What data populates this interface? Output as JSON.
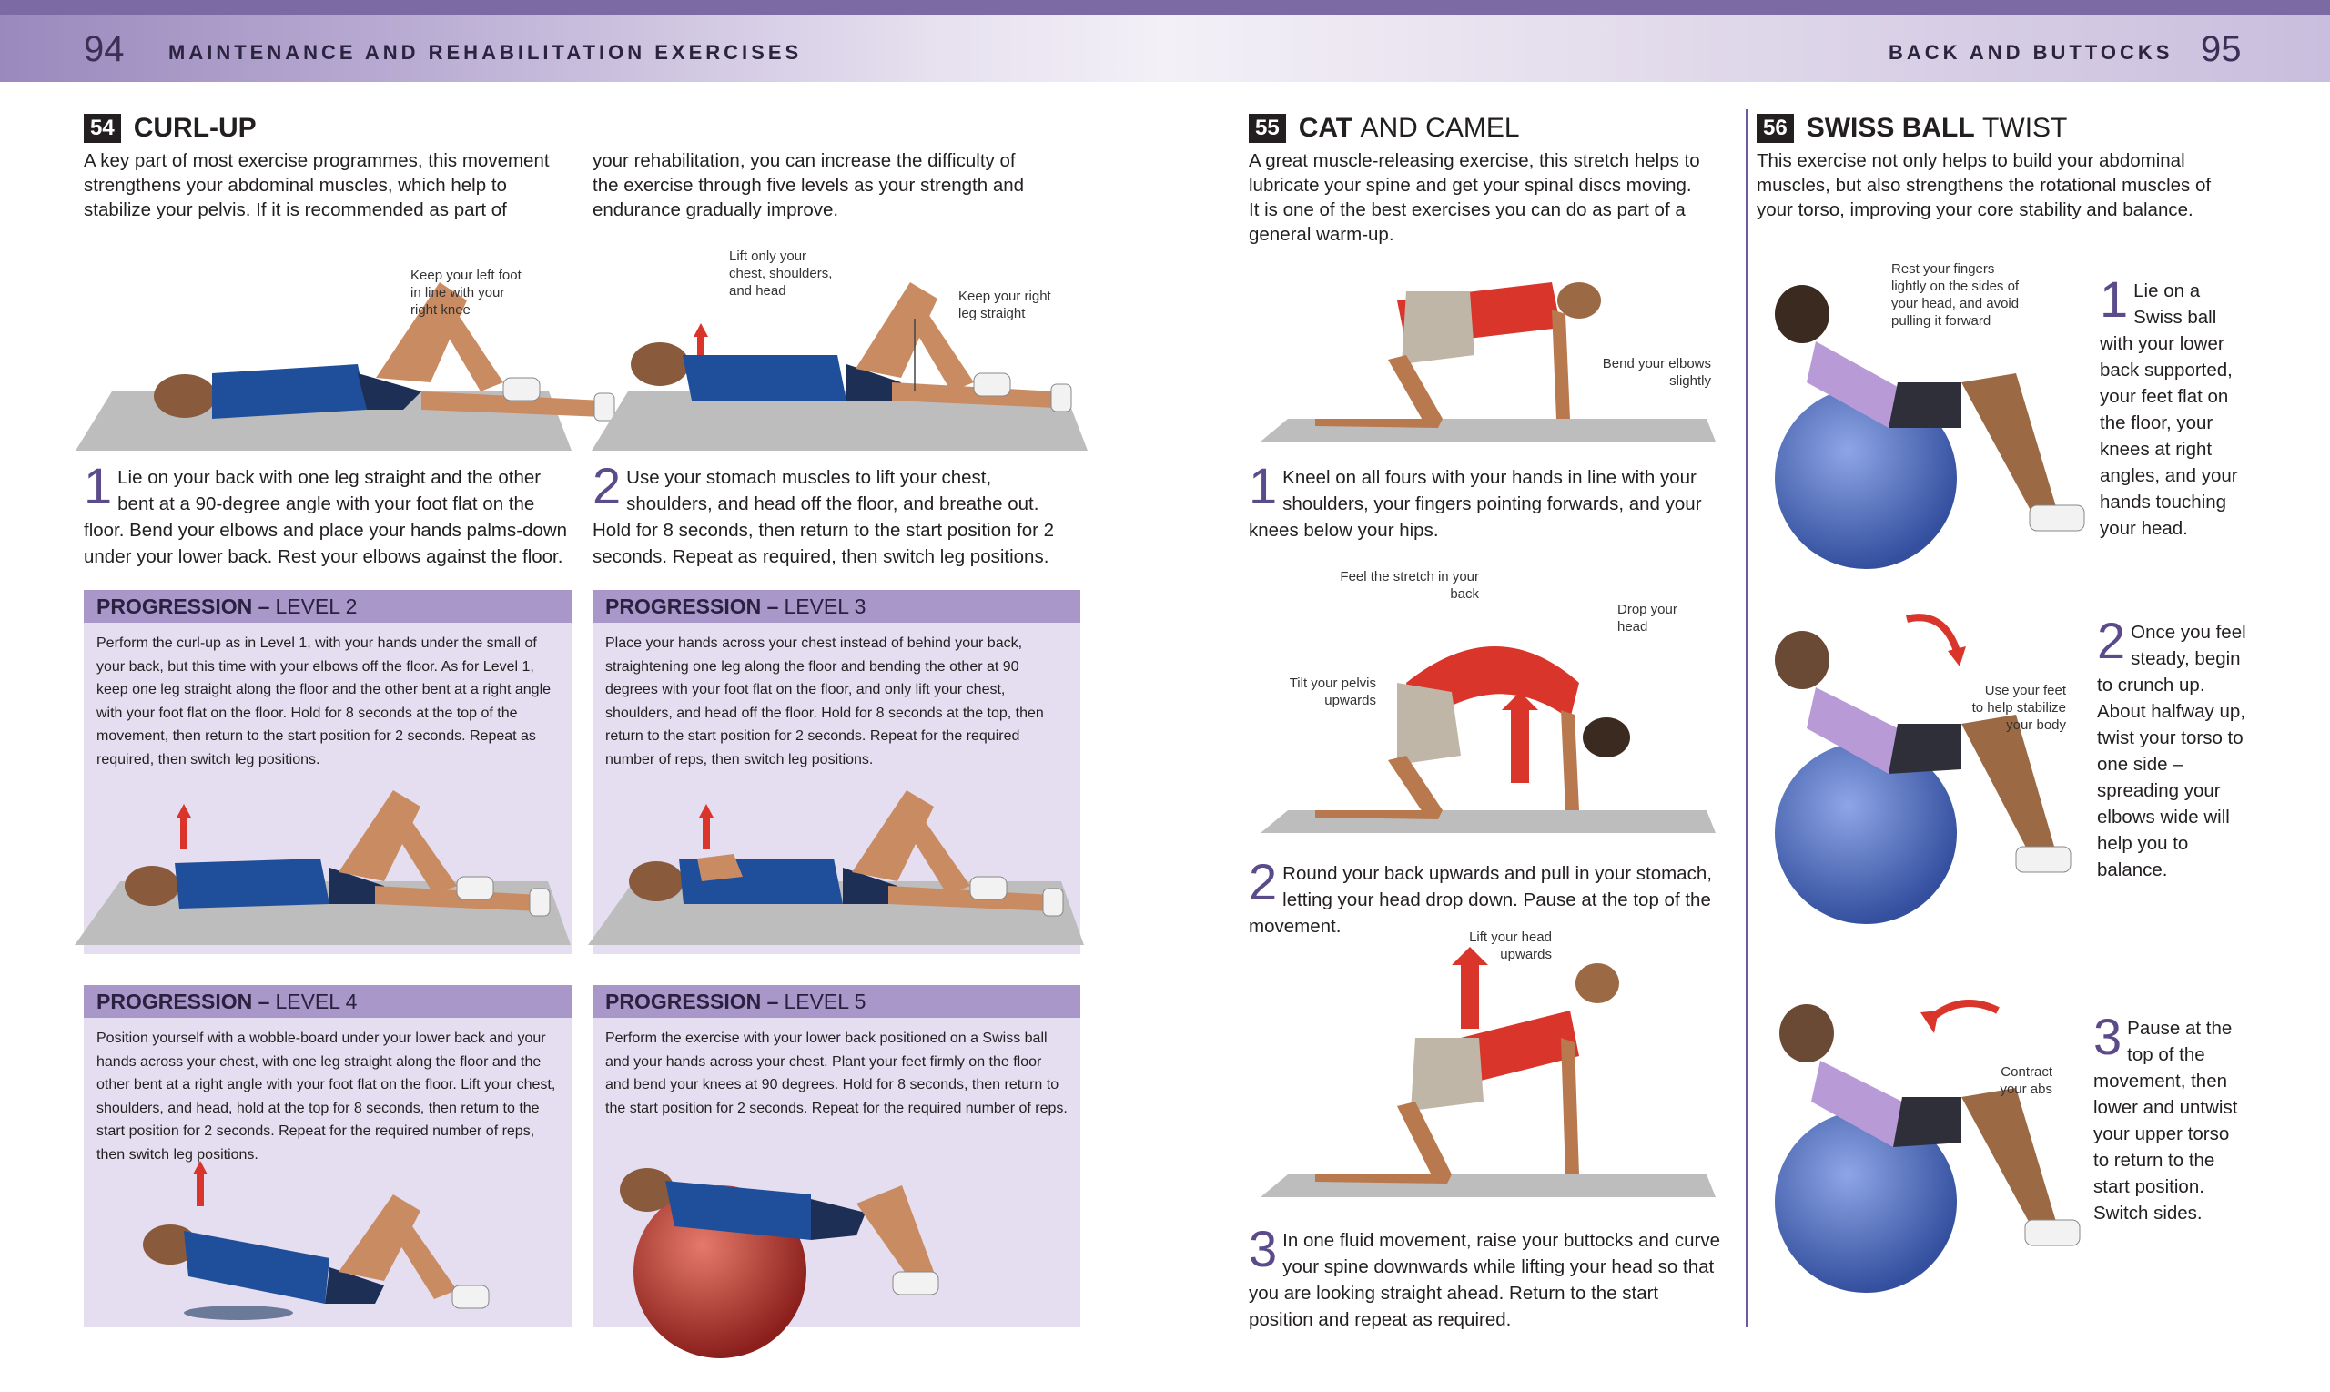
{
  "header": {
    "left_page_number": "94",
    "left_running_head": "MAINTENANCE AND REHABILITATION EXERCISES",
    "right_running_head": "BACK AND BUTTOCKS",
    "right_page_number": "95"
  },
  "colors": {
    "accent": "#7c6aa5",
    "progression_bar": "#a997c9",
    "progression_bg": "#e5def0",
    "arrow_red": "#d9352b",
    "ball_blue": "#4f6fc0",
    "ball_red": "#b4302c"
  },
  "curl_up": {
    "number": "54",
    "title": "CURL-UP",
    "intro_col1": "A key part of most exercise programmes, this movement strengthens your abdominal muscles, which help to stabilize your pelvis. If it is recommended as part of",
    "intro_col2": "your rehabilitation, you can increase the difficulty of the exercise through five levels as your strength and endurance gradually improve.",
    "note1": "Keep your left foot in line with your right knee",
    "note2": "Lift only your chest, shoulders, and head",
    "note3": "Keep your right leg straight",
    "step1_num": "1",
    "step1": "Lie on your back with one leg straight and the other bent at a 90-degree angle with your foot flat on the floor. Bend your elbows and place your hands palms-down under your lower back. Rest your elbows against the floor.",
    "step2_num": "2",
    "step2": "Use your stomach muscles to lift your chest, shoulders, and head off the floor, and breathe out. Hold for 8 seconds, then return to the start position for 2 seconds. Repeat as required, then switch leg positions.",
    "progressions": [
      {
        "label": "PROGRESSION –",
        "level": "LEVEL 2",
        "text": "Perform the curl-up as in Level 1, with your hands under the small of your back, but this time with your elbows off the floor. As for Level 1, keep one leg straight along the floor and the other bent at a right angle with your foot flat on the floor. Hold for 8 seconds at the top of the movement, then return to the start position for 2 seconds. Repeat as required, then switch leg positions."
      },
      {
        "label": "PROGRESSION –",
        "level": "LEVEL 3",
        "text": "Place your hands across your chest instead of behind your back, straightening one leg along the floor and bending the other at 90 degrees with your foot flat on the floor, and only lift your chest, shoulders, and head off the floor. Hold for 8 seconds at the top, then return to the start position for 2 seconds. Repeat for the required number of reps, then switch leg positions."
      },
      {
        "label": "PROGRESSION –",
        "level": "LEVEL 4",
        "text": "Position yourself with a wobble-board under your lower back and your hands across your chest, with one leg straight along the floor and the other bent at a right angle with your foot flat on the floor. Lift your chest, shoulders, and head, hold at the top for 8 seconds, then return to the start position for 2 seconds. Repeat for the required number of reps, then switch leg positions."
      },
      {
        "label": "PROGRESSION –",
        "level": "LEVEL 5",
        "text": "Perform the exercise with your lower back positioned on a Swiss ball and your hands across your chest. Plant your feet firmly on the floor and bend your knees at 90 degrees. Hold for 8 seconds, then return to the start position for 2 seconds. Repeat for the required number of reps."
      }
    ]
  },
  "cat_camel": {
    "number": "55",
    "title_bold": "CAT",
    "title_light": "AND CAMEL",
    "intro": "A great muscle-releasing exercise, this stretch helps to lubricate your spine and get your spinal discs moving. It is one of the best exercises you can do as part of a general warm-up.",
    "note_elbows": "Bend your elbows slightly",
    "note_stretch": "Feel the stretch in your back",
    "note_head_drop": "Drop your head",
    "note_pelvis": "Tilt your pelvis upwards",
    "note_head_up": "Lift your head upwards",
    "step1_num": "1",
    "step1": "Kneel on all fours with your hands in line with your shoulders, your fingers pointing forwards, and your knees below your hips.",
    "step2_num": "2",
    "step2": "Round your back upwards and pull in your stomach, letting your head drop down. Pause at the top of the movement.",
    "step3_num": "3",
    "step3": "In one fluid movement, raise your buttocks and curve your spine downwards while lifting your head so that you are looking straight ahead. Return to the start position and repeat as required."
  },
  "swiss_ball_twist": {
    "number": "56",
    "title_bold": "SWISS BALL",
    "title_light": "TWIST",
    "intro": "This exercise not only helps to build your abdominal muscles, but also strengthens the rotational muscles of your torso, improving your core stability and balance.",
    "note_fingers": "Rest your fingers lightly on the sides of your head, and avoid pulling it forward",
    "note_feet": "Use your feet to help stabilize your body",
    "note_abs": "Contract your abs",
    "step1_num": "1",
    "step1": "Lie on a Swiss ball with your lower back supported, your feet flat on the floor, your knees at right angles, and your hands touching your head.",
    "step2_num": "2",
    "step2": "Once you feel steady, begin to crunch up. About halfway up, twist your torso to one side – spreading your elbows wide will help you to balance.",
    "step3_num": "3",
    "step3": "Pause at the top of the movement, then lower and untwist your upper torso to return to the start position. Switch sides."
  }
}
